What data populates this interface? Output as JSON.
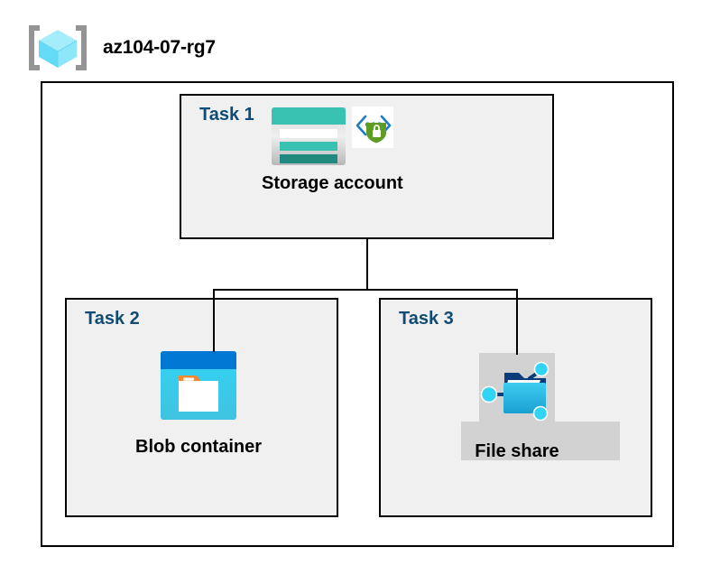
{
  "header": {
    "icon_name": "resource-group-icon",
    "title": "az104-07-rg7"
  },
  "container": {
    "name": "resource-group-container"
  },
  "tasks": [
    {
      "id": "task-1",
      "label": "Task 1",
      "node": {
        "caption": "Storage account",
        "icon_name": "storage-account-icon",
        "secondary_icon_name": "secure-api-shield-icon",
        "highlighted": false
      }
    },
    {
      "id": "task-2",
      "label": "Task 2",
      "node": {
        "caption": "Blob container",
        "icon_name": "blob-container-icon",
        "secondary_icon_name": null,
        "highlighted": false
      }
    },
    {
      "id": "task-3",
      "label": "Task 3",
      "node": {
        "caption": "File share",
        "icon_name": "file-share-icon",
        "secondary_icon_name": null,
        "highlighted": true
      }
    }
  ],
  "connectors": [
    {
      "name": "storage-to-bus-trunk",
      "from": "task-1",
      "to": "bus"
    },
    {
      "name": "bus-horizontal",
      "from": "bus",
      "to": "bus"
    },
    {
      "name": "bus-to-blob-container",
      "from": "bus",
      "to": "task-2"
    },
    {
      "name": "bus-to-file-share",
      "from": "bus",
      "to": "task-3"
    }
  ],
  "colors": {
    "task_label": "#0F4C75",
    "box_fill": "#f0f0f0",
    "box_border": "#000000",
    "page_background": "#ffffff",
    "highlight": "#d2d2d2",
    "storage_teal": "#37c2b1",
    "storage_teal_dark": "#1f8a7d",
    "blob_blue": "#0078d4",
    "blob_cyan": "#32d4f5",
    "blob_orange": "#f7882f",
    "fileshare_cyan": "#32bedd",
    "fileshare_navy": "#0a3d7a",
    "shield_green": "#5e9c24",
    "bracket_gray": "#949494",
    "cube_cyan": "#9cebfb"
  }
}
